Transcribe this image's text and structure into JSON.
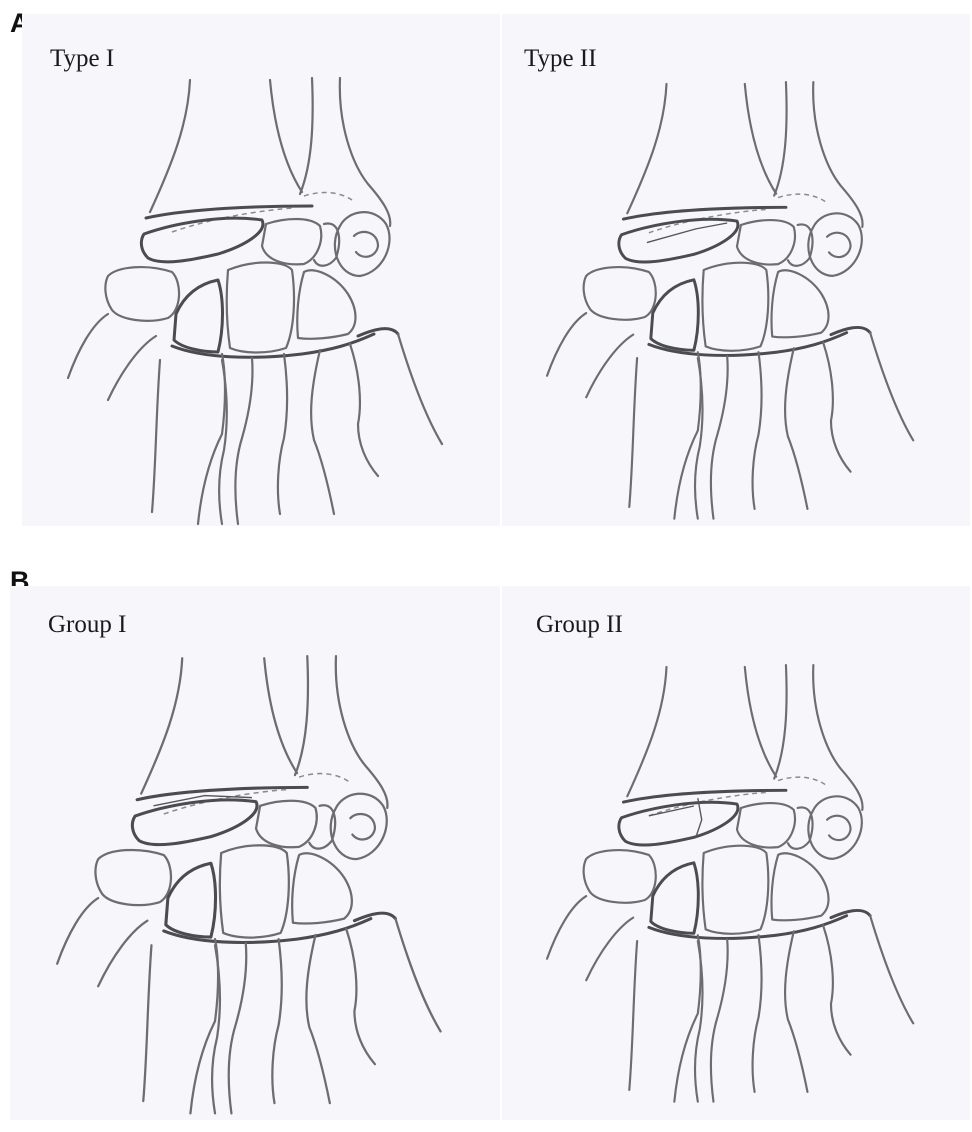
{
  "figure": {
    "section_a": {
      "letter": "A",
      "panels": [
        {
          "label": "Type I"
        },
        {
          "label": "Type II"
        }
      ]
    },
    "section_b": {
      "letter": "B",
      "panels": [
        {
          "label": "Group I"
        },
        {
          "label": "Group II"
        }
      ]
    }
  }
}
